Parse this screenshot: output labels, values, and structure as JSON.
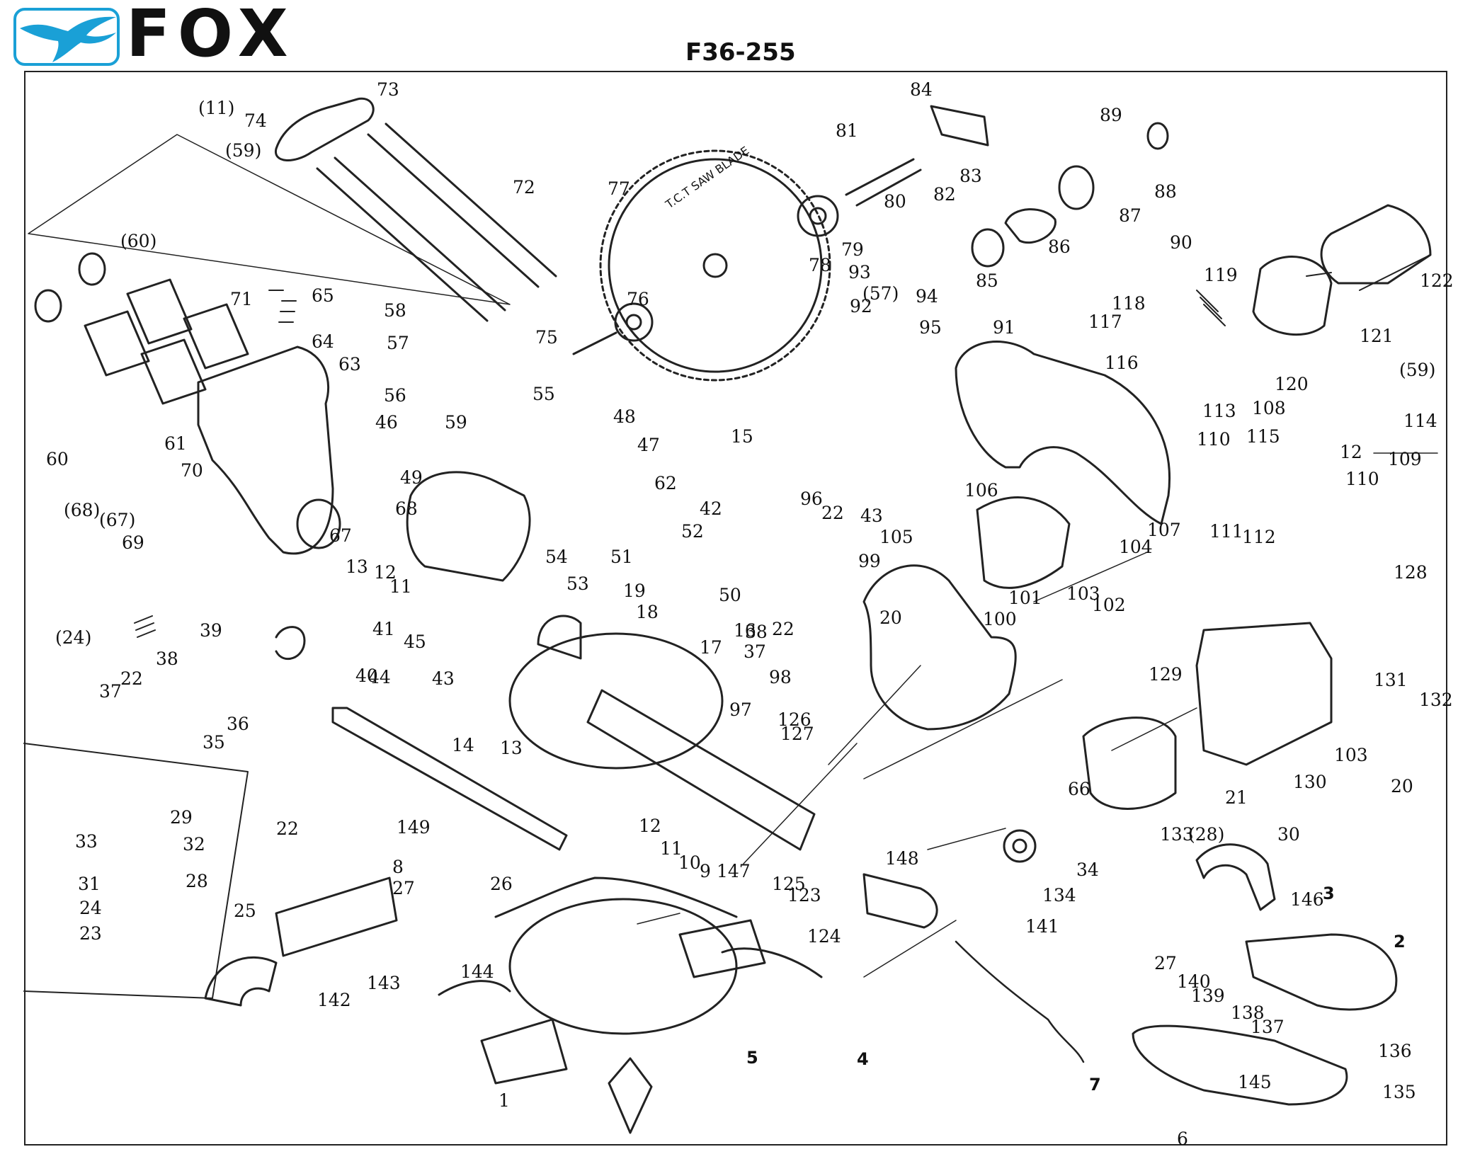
{
  "brand": {
    "name": "FOX",
    "icon": "fox-logo-icon"
  },
  "model": "F36-255",
  "blade_text": "T.C.T SAW BLADE",
  "callouts": [
    "(11)",
    "73",
    "74",
    "(59)",
    "72",
    "84",
    "81",
    "83",
    "82",
    "80",
    "79",
    "78",
    "77",
    "76",
    "75",
    "89",
    "88",
    "87",
    "86",
    "85",
    "93",
    "94",
    "92",
    "95",
    "90",
    "91",
    "119",
    "118",
    "117",
    "116",
    "122",
    "121",
    "120",
    "(60)",
    "71",
    "65",
    "64",
    "63",
    "58",
    "57",
    "56",
    "55",
    "59",
    "48",
    "47",
    "46",
    "49",
    "60",
    "61",
    "70",
    "(68)",
    "(67)",
    "69",
    "68",
    "67",
    "13",
    "12",
    "11",
    "62",
    "42",
    "52",
    "51",
    "50",
    "54",
    "53",
    "19",
    "18",
    "17",
    "16",
    "15",
    "96",
    "22",
    "43",
    "106",
    "105",
    "(57)",
    "(59)",
    "108",
    "113",
    "115",
    "110",
    "114",
    "109",
    "12",
    "110",
    "112",
    "111",
    "107",
    "104",
    "103",
    "102",
    "101",
    "100",
    "99",
    "20",
    "66",
    "(24)",
    "39",
    "38",
    "41",
    "40",
    "37",
    "22",
    "36",
    "35",
    "45",
    "44",
    "43",
    "38",
    "22",
    "37",
    "98",
    "97",
    "127",
    "126",
    "128",
    "129",
    "131",
    "132",
    "103",
    "130",
    "21",
    "20",
    "14",
    "13",
    "12",
    "11",
    "10",
    "9",
    "147",
    "148",
    "125",
    "123",
    "124",
    "133",
    "134",
    "34",
    "(28)",
    "30",
    "33",
    "29",
    "32",
    "31",
    "28",
    "24",
    "23",
    "22",
    "149",
    "8",
    "27",
    "25",
    "26",
    "144",
    "143",
    "142",
    "141",
    "27",
    "140",
    "139",
    "138",
    "137",
    "136",
    "135",
    "145",
    "146",
    "2",
    "3",
    "7",
    "6",
    "5",
    "4",
    "1"
  ]
}
